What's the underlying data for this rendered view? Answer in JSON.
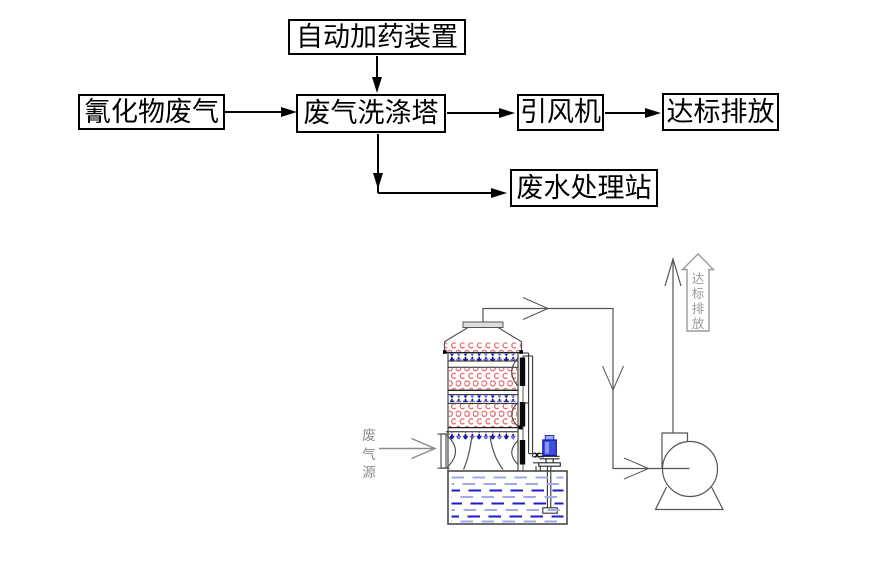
{
  "flowchart": {
    "dosing": "自动加药装置",
    "source": "氰化物废气",
    "scrubber": "废气洗涤塔",
    "fan": "引风机",
    "discharge": "达标排放",
    "wastewater": "废水处理站"
  },
  "equipment": {
    "gas_source_label": "废气源",
    "discharge_label": "达标排放"
  },
  "colors": {
    "line_black": "#000000",
    "drawing_gray": "#555555",
    "packing_red": "#e26060",
    "spray_dark_blue": "#1a1ab8",
    "spray_light_blue": "#7070dd",
    "water_dark_blue": "#1b1bcf",
    "water_light_blue": "#a0aae8",
    "pump_blue": "#3d4fdc",
    "label_gray": "#8a8a8a"
  }
}
